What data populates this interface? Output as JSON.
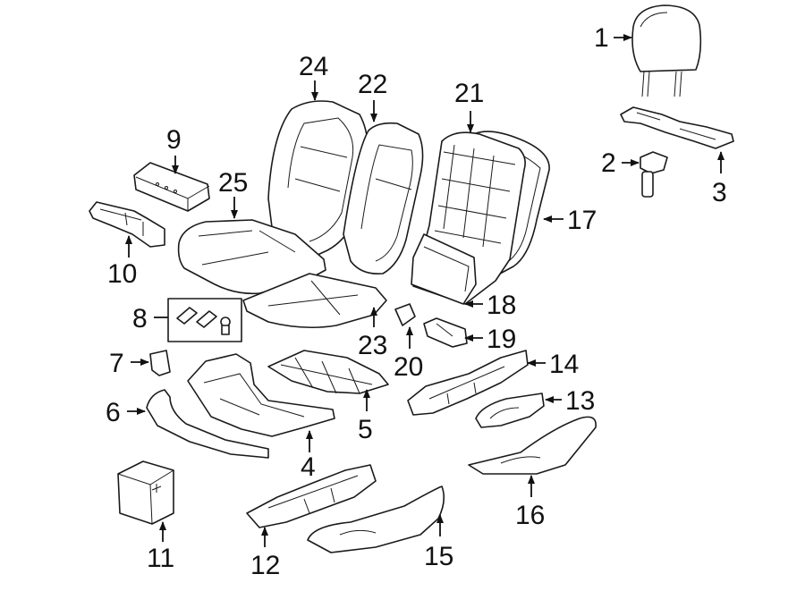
{
  "callouts": {
    "c1": "1",
    "c2": "2",
    "c3": "3",
    "c4": "4",
    "c5": "5",
    "c6": "6",
    "c7": "7",
    "c8": "8",
    "c9": "9",
    "c10": "10",
    "c11": "11",
    "c12": "12",
    "c13": "13",
    "c14": "14",
    "c15": "15",
    "c16": "16",
    "c17": "17",
    "c18": "18",
    "c19": "19",
    "c20": "20",
    "c21": "21",
    "c22": "22",
    "c23": "23",
    "c24": "24",
    "c25": "25"
  },
  "colors": {
    "line": "#1a1a1a",
    "background": "#ffffff",
    "part_fill": "#f2f2f2"
  }
}
